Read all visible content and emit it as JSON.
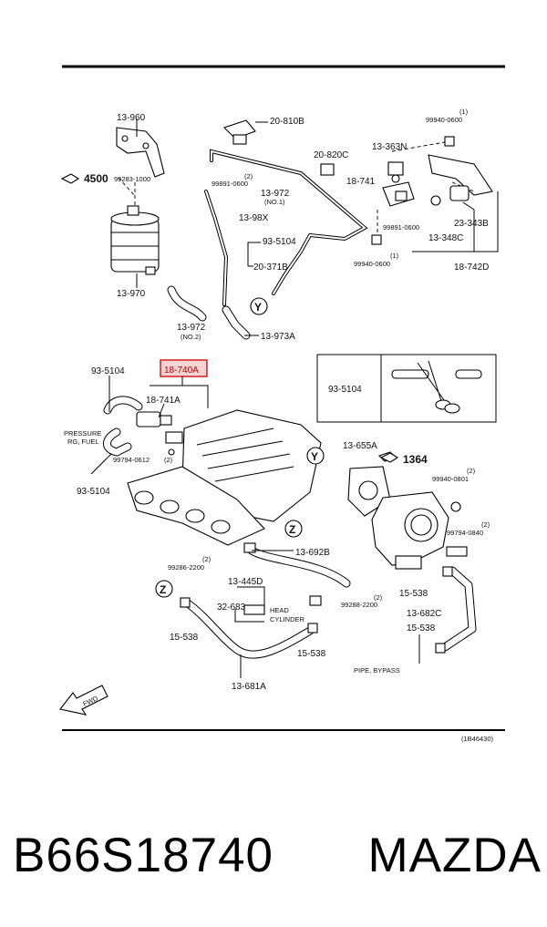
{
  "diagram": {
    "ref_code": "(1B46430)",
    "fwd": "FWD",
    "y_marker": "Y",
    "z_marker": "Z",
    "labels": {
      "p13_960": "13-960",
      "p20_810B": "20-810B",
      "p99940_top_qty": "(1)",
      "p99940_top": "99940-0600",
      "p4500": "4500",
      "p99283": "99283-1000",
      "p20_820C": "20-820C",
      "p13_363N": "13-363N",
      "p99891_a_qty": "(2)",
      "p99891_a": "99891-0600",
      "p13_972_1": "13-972",
      "p13_972_1_sub": "(NO.1)",
      "p18_741": "18-741",
      "p13_98X": "13-98X",
      "p99891_b": "99891-0600",
      "p23_343B": "23-343B",
      "p93_5104_top": "93-5104",
      "p13_348C": "13-348C",
      "p99940_b_qty": "(1)",
      "p99940_b": "99940-0600",
      "p20_371B": "20-371B",
      "p18_742D": "18-742D",
      "p13_970": "13-970",
      "p13_972_2": "13-972",
      "p13_972_2_sub": "(NO.2)",
      "p13_973A": "13-973A",
      "p93_5104_mid": "93-5104",
      "p18_740A": "18-740A",
      "p18_741A": "18-741A",
      "pressure": "PRESSURE",
      "rg_fuel": "RG, FUEL",
      "p99794_a": "99794-0612",
      "p99794_a_qty": "(2)",
      "p93_5104_low": "93-5104",
      "p13_655A": "13-655A",
      "p1364": "1364",
      "p99940_c_qty": "(2)",
      "p99940_c": "99940-0801",
      "p99794_b_qty": "(2)",
      "p99794_b": "99794-0840",
      "p99286_qty": "(2)",
      "p99286": "99286-2200",
      "p13_692B": "13-692B",
      "p15_538_a": "15-538",
      "p13_445D": "13-445D",
      "p32_683": "32-683",
      "head": "HEAD",
      "cylinder": "CYLINDER",
      "p99288_qty": "(2)",
      "p99288": "99288-2200",
      "p13_682C": "13-682C",
      "p15_538_b": "15-538",
      "p15_538_c": "15-538",
      "p15_538_d": "15-538",
      "pipe_bypass": "PIPE, BYPASS",
      "p13_681A": "13-681A",
      "inset_label": "93-5104"
    }
  },
  "footer": {
    "part_number": "B66S18740",
    "brand": "MAZDA"
  }
}
